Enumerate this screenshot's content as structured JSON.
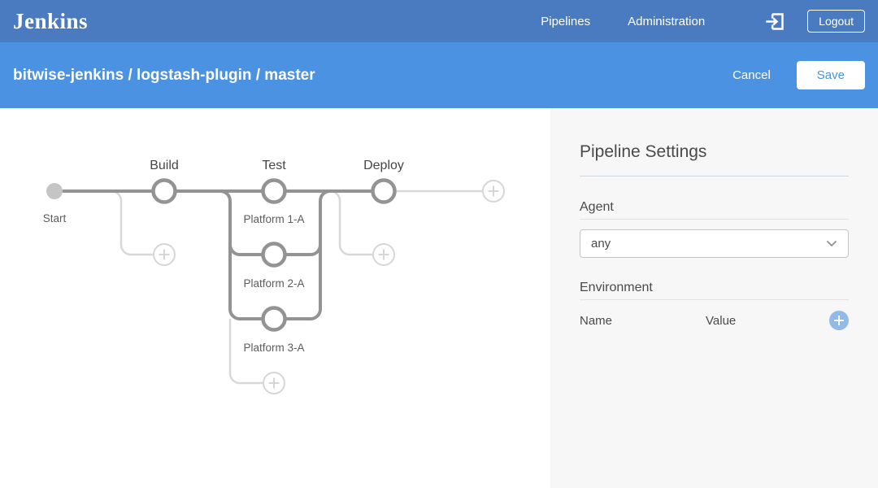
{
  "navbar": {
    "brand": "Jenkins",
    "items": [
      {
        "label": "Pipelines"
      },
      {
        "label": "Administration"
      }
    ],
    "exit_icon": "exit-icon",
    "logout_label": "Logout"
  },
  "subheader": {
    "breadcrumb": "bitwise-jenkins / logstash-plugin / master",
    "cancel_label": "Cancel",
    "save_label": "Save"
  },
  "pipeline": {
    "start_label": "Start",
    "stages": [
      {
        "label": "Build"
      },
      {
        "label": "Test",
        "branches": [
          "Platform 1-A",
          "Platform 2-A",
          "Platform 3-A"
        ]
      },
      {
        "label": "Deploy"
      }
    ],
    "add_icon": "plus-icon"
  },
  "settings": {
    "title": "Pipeline Settings",
    "agent_label": "Agent",
    "agent_value": "any",
    "environment_label": "Environment",
    "name_header": "Name",
    "value_header": "Value"
  },
  "colors": {
    "navbar_bg": "#4a7bc1",
    "subheader_bg": "#4b92e2",
    "accent_blue": "#4a90e2",
    "panel_bg": "#f7f7f7",
    "graph_line": "#949393",
    "graph_light": "#d8d8d8",
    "start_dot": "#c5c5c5",
    "add_button_blue": "#92b9e7",
    "text_dark": "#464646"
  }
}
